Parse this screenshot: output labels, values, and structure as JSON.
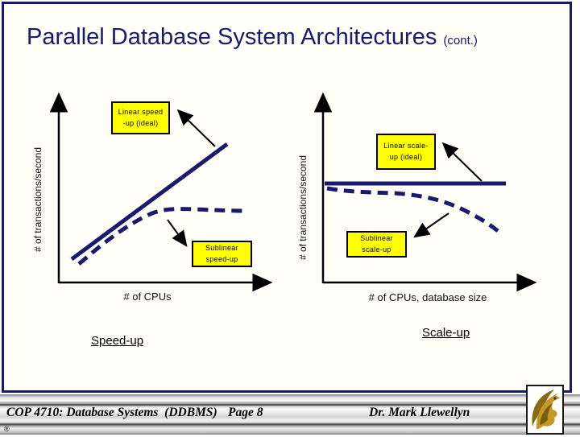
{
  "slide": {
    "title": "Parallel Database System Architectures",
    "title_suffix": "(cont.)"
  },
  "charts": {
    "speedup": {
      "y_axis_label": "# of transactions/second",
      "x_axis_label": "# of CPUs",
      "caption": "Speed-up",
      "callouts": {
        "linear": {
          "line1": "Linear speed",
          "line2": "-up (ideal)"
        },
        "sublinear": {
          "line1": "Sublinear",
          "line2": "speed-up"
        }
      }
    },
    "scaleup": {
      "y_axis_label": "# of transactions/second",
      "x_axis_label": "# of CPUs, database size",
      "caption": "Scale-up",
      "callouts": {
        "linear": {
          "line1": "Linear scale-",
          "line2": "up (ideal)"
        },
        "sublinear": {
          "line1": "Sublinear",
          "line2": "scale-up"
        }
      }
    }
  },
  "chart_data": [
    {
      "type": "line",
      "title": "Speed-up",
      "xlabel": "# of CPUs",
      "ylabel": "# of transactions/second",
      "axes_numeric": false,
      "grid": false,
      "legend_position": "callout-boxes",
      "x": [
        1,
        2,
        3,
        4,
        5,
        6,
        7,
        8,
        9,
        10
      ],
      "series": [
        {
          "name": "Linear speed-up (ideal)",
          "style": "solid",
          "values": [
            1,
            2,
            3,
            4,
            5,
            6,
            7,
            8,
            9,
            10
          ]
        },
        {
          "name": "Sublinear speed-up",
          "style": "dashed",
          "values": [
            0.7,
            1.6,
            2.5,
            3.3,
            3.9,
            4.4,
            4.6,
            4.7,
            4.75,
            4.8
          ]
        }
      ]
    },
    {
      "type": "line",
      "title": "Scale-up",
      "xlabel": "# of CPUs, database size",
      "ylabel": "# of transactions/second",
      "axes_numeric": false,
      "grid": false,
      "legend_position": "callout-boxes",
      "x": [
        1,
        2,
        3,
        4,
        5,
        6,
        7,
        8,
        9,
        10
      ],
      "series": [
        {
          "name": "Linear scale-up (ideal)",
          "style": "solid",
          "values": [
            5,
            5,
            5,
            5,
            5,
            5,
            5,
            5,
            5,
            5
          ]
        },
        {
          "name": "Sublinear scale-up",
          "style": "dashed",
          "values": [
            4.6,
            4.6,
            4.55,
            4.5,
            4.35,
            4.1,
            3.7,
            3.2,
            2.7,
            2.2
          ]
        }
      ]
    }
  ],
  "footer": {
    "course": "COP 4710: Database Systems  (DDBMS)",
    "page": "Page 8",
    "author": "Dr. Mark Llewellyn",
    "registered_mark": "®",
    "logo": "ucf-pegasus-logo"
  },
  "colors": {
    "navy": "#191970",
    "callout_yellow": "#ffff00",
    "logo_gold": "#c49a27"
  }
}
